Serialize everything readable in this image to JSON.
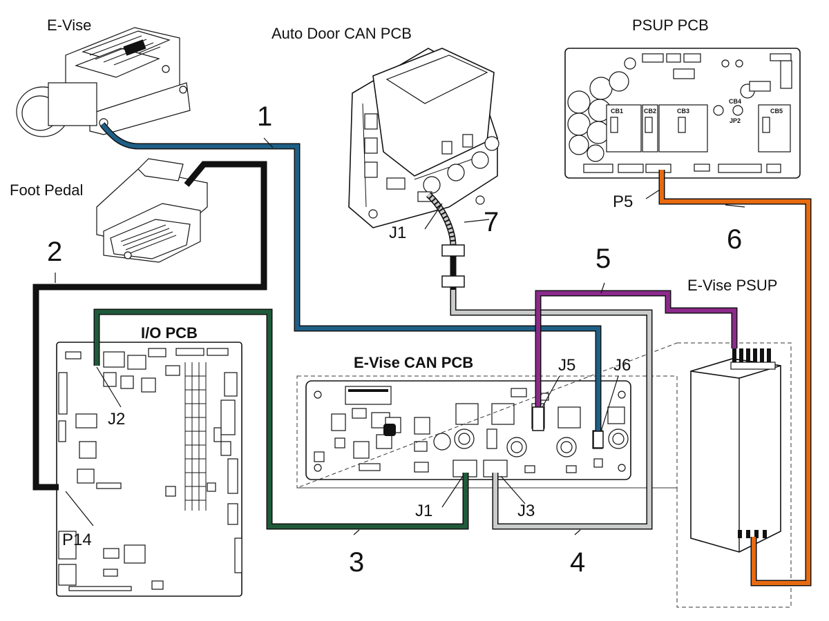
{
  "colors": {
    "cable_blue": "#1f5f86",
    "cable_black": "#111111",
    "cable_green": "#1f5a3a",
    "cable_gray": "#c9cccb",
    "cable_purple": "#8b2a8b",
    "cable_orange": "#e86a10"
  },
  "components": {
    "e_vise": "E-Vise",
    "foot_pedal": "Foot Pedal",
    "auto_door_can_pcb": "Auto Door CAN PCB",
    "psup_pcb": "PSUP PCB",
    "io_pcb": "I/O PCB",
    "e_vise_can_pcb": "E-Vise CAN PCB",
    "e_vise_psup": "E-Vise PSUP"
  },
  "connectors": {
    "auto_door_j1": "J1",
    "psup_p5": "P5",
    "io_j2": "J2",
    "io_p14": "P14",
    "can_j1": "J1",
    "can_j3": "J3",
    "can_j5": "J5",
    "can_j6": "J6"
  },
  "cables": {
    "c1": "1",
    "c2": "2",
    "c3": "3",
    "c4": "4",
    "c5": "5",
    "c6": "6",
    "c7": "7"
  },
  "psup_breakers": {
    "cb1": "CB1",
    "cb2": "CB2",
    "cb3": "CB3",
    "cb4": "CB4",
    "cb5": "CB5",
    "jp2": "JP2"
  }
}
